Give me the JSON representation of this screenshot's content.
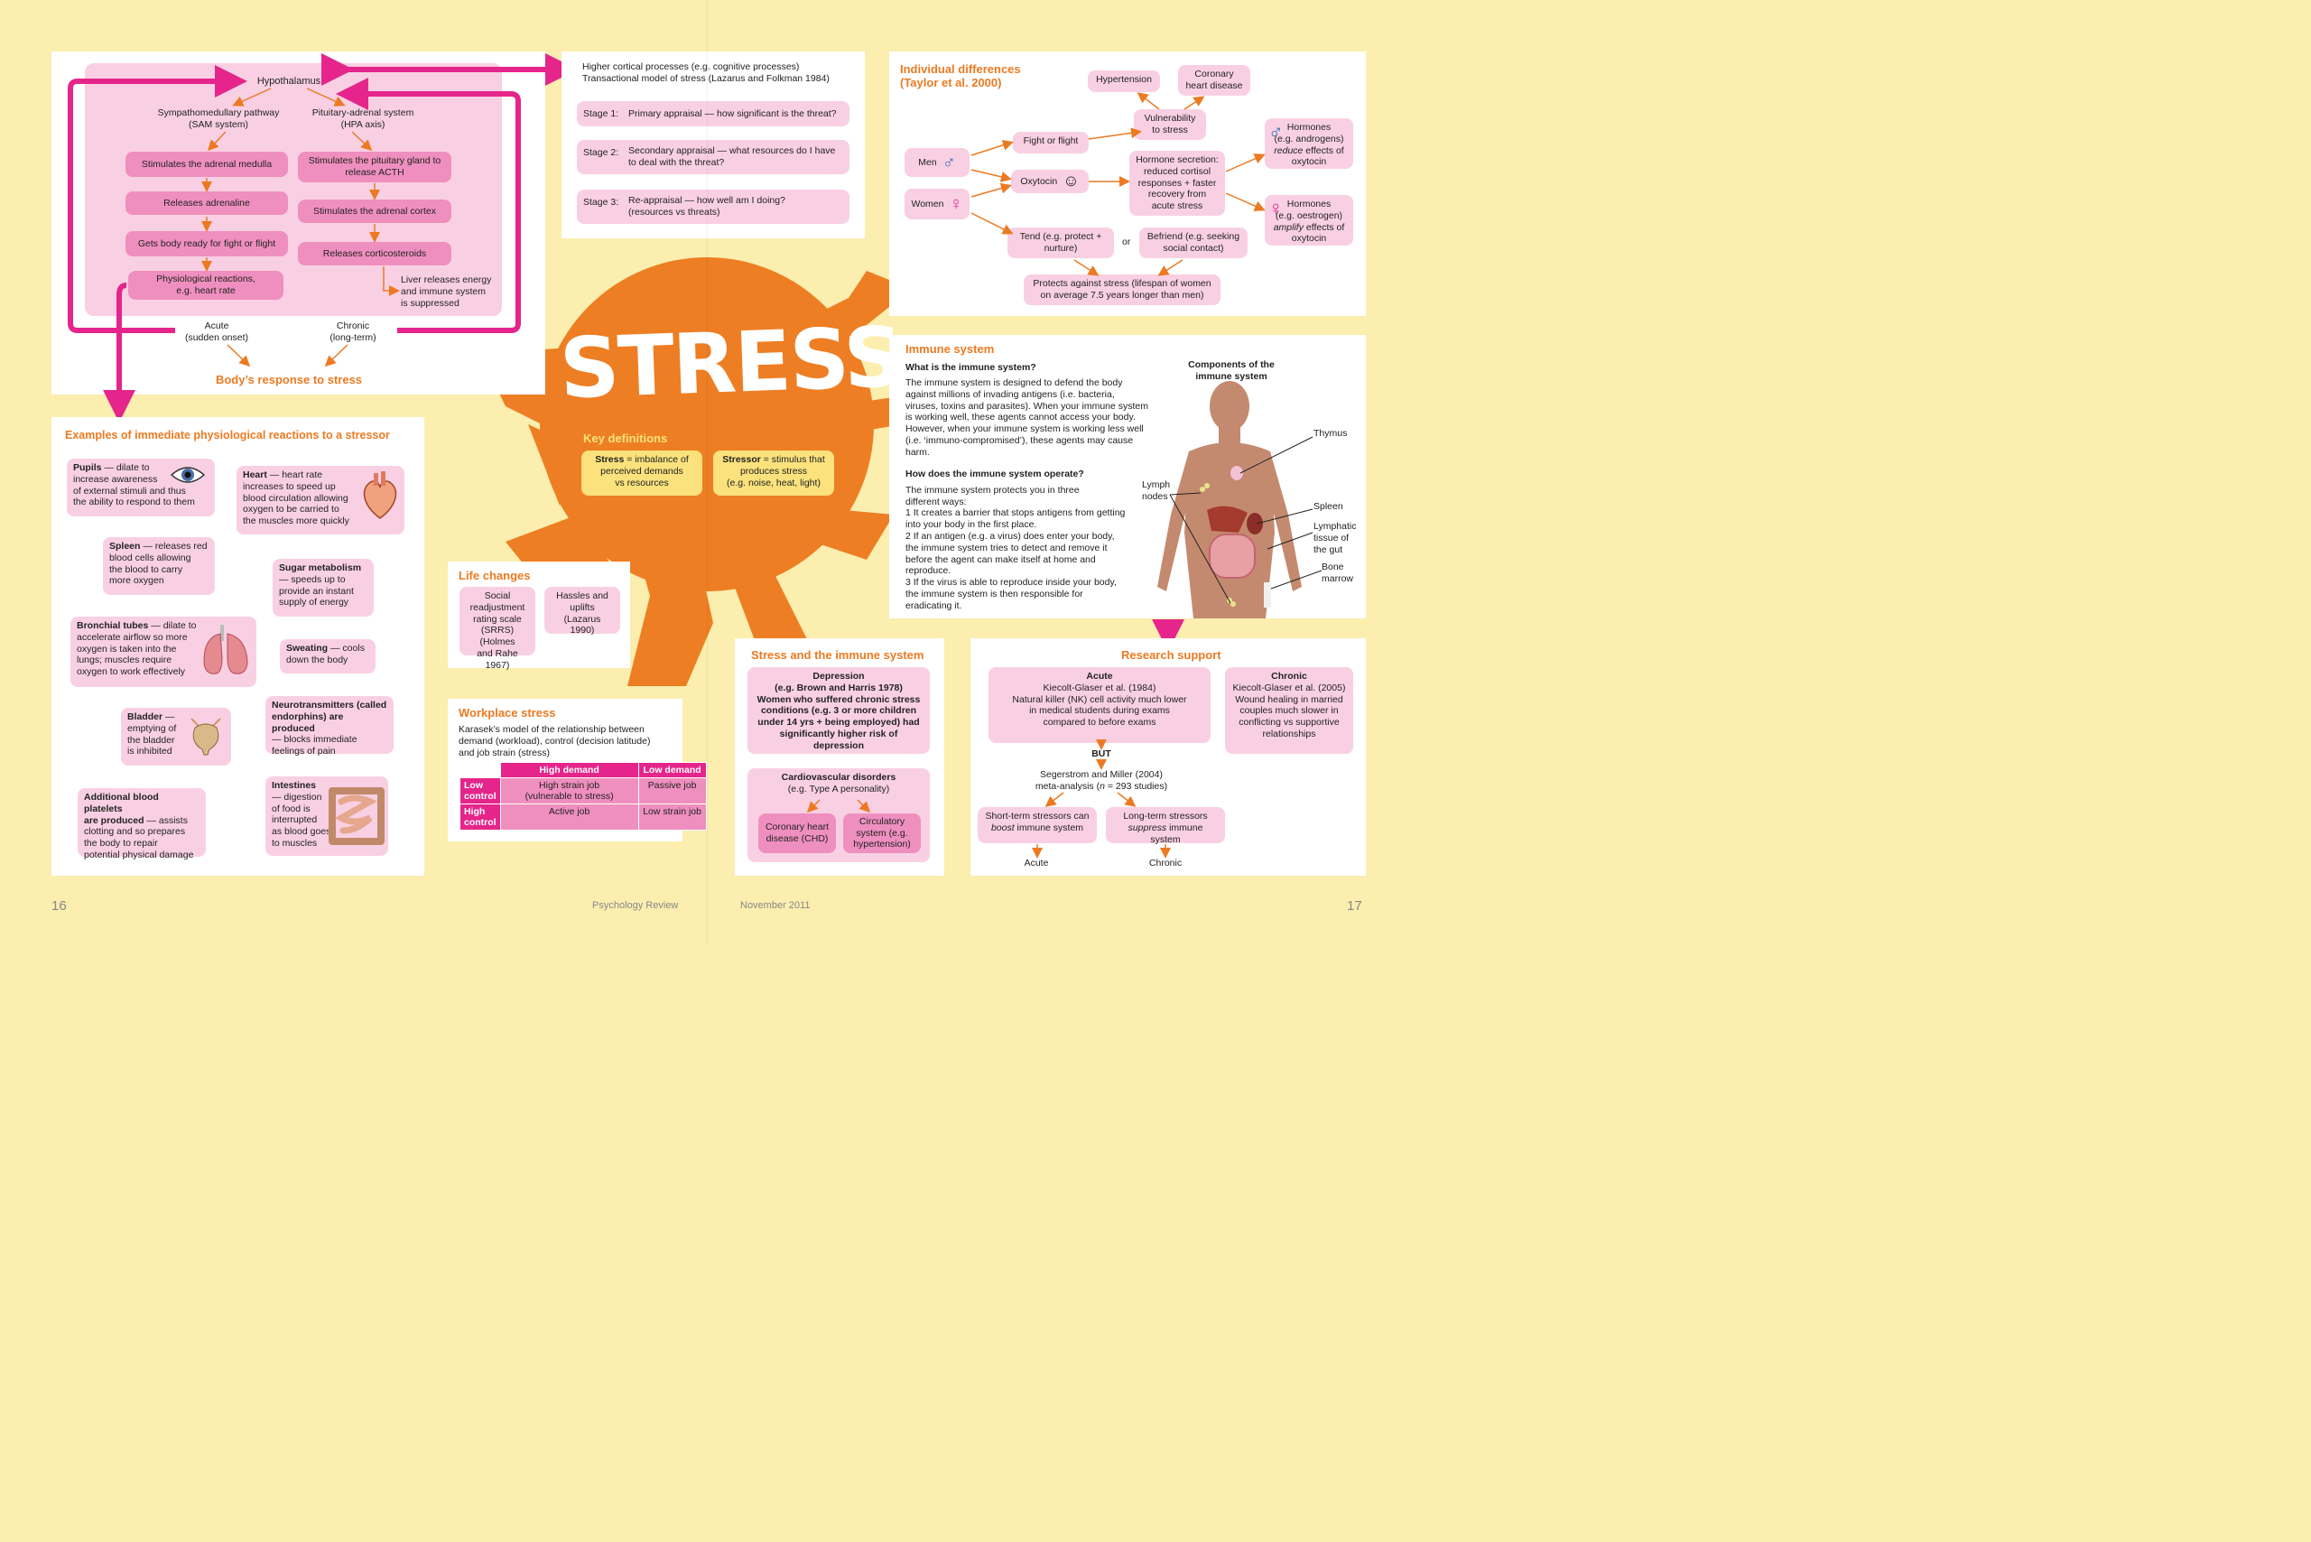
{
  "hpa": {
    "hypothalamus": "Hypothalamus",
    "sam": "Sympathomedullary pathway\n(SAM system)",
    "pituitary": "Pituitary-adrenal system\n(HPA axis)",
    "sam_steps": [
      "Stimulates the adrenal medulla",
      "Releases adrenaline",
      "Gets body ready for fight or flight",
      "Physiological reactions,\ne.g. heart rate"
    ],
    "hpa_steps": [
      "Stimulates the pituitary gland to release ACTH",
      "Stimulates the adrenal cortex",
      "Releases corticosteroids"
    ],
    "liver": "Liver releases energy\nand immune system\nis suppressed",
    "acute": "Acute\n(sudden onset)",
    "chronic": "Chronic\n(long-term)",
    "title": "Body’s response to stress"
  },
  "cortical": {
    "intro": "Higher cortical processes (e.g. cognitive processes)\nTransactional model of stress (Lazarus and Folkman 1984)",
    "stages": [
      {
        "label": "Stage 1:",
        "text": "Primary appraisal — how significant is the threat?"
      },
      {
        "label": "Stage 2:",
        "text": "Secondary appraisal — what resources do I have\nto deal with the threat?"
      },
      {
        "label": "Stage 3:",
        "text": "Re-appraisal — how well am I doing?\n(resources vs threats)"
      }
    ]
  },
  "individual": {
    "title": "Individual differences\n(Taylor et al. 2000)",
    "hypertension": "Hypertension",
    "coronary": "Coronary\nheart disease",
    "vulnerability": "Vulnerability\nto stress",
    "fight": "Fight or flight",
    "men": "Men",
    "women": "Women",
    "oxytocin": "Oxytocin",
    "hormone_secretion": "Hormone secretion:\nreduced cortisol\nresponses + faster\nrecovery from\nacute stress",
    "hormones_men_1": "Hormones\n(e.g. androgens)",
    "hormones_men_2": "reduce",
    "hormones_men_3": " effects of\noxytocin",
    "hormones_women_1": "Hormones\n(e.g. oestrogen)",
    "hormones_women_2": "amplify",
    "hormones_women_3": " effects of\noxytocin",
    "tend": "Tend (e.g. protect +\nnurture)",
    "or": "or",
    "befriend": "Befriend (e.g. seeking\nsocial contact)",
    "protects": "Protects against stress (lifespan of women\non average 7.5 years longer than men)"
  },
  "center": {
    "title": "STRESS",
    "kd_title": "Key definitions",
    "def1_term": "Stress",
    "def1_rest": " = imbalance of\nperceived demands\nvs resources",
    "def2_term": "Stressor",
    "def2_rest": " = stimulus that\nproduces stress\n(e.g. noise, heat, light)"
  },
  "immune": {
    "title": "Immune system",
    "q1": "What is the immune system?",
    "p1": "The immune system is designed to defend the body against millions of invading antigens (i.e. bacteria, viruses, toxins and parasites). When your immune system is working well, these agents cannot access your body. However, when your immune system is working less well (i.e. ‘immuno-compromised’), these agents may cause harm.",
    "q2": "How does the immune system operate?",
    "p2": "The immune system protects you in three different ways:",
    "w1": "1  It creates a barrier that stops antigens from getting into your body in the first place.",
    "w2": "2  If an antigen (e.g. a virus) does enter your body, the immune system tries to detect and remove it before the agent can make itself at home and reproduce.",
    "w3": "3  If the virus is able to reproduce inside your body, the immune system is then responsible for eradicating it.",
    "components": "Components of the\nimmune system",
    "thymus": "Thymus",
    "lymph": "Lymph\nnodes",
    "spleen": "Spleen",
    "lymphatic": "Lymphatic\ntissue of\nthe gut",
    "marrow": "Bone\nmarrow"
  },
  "examples": {
    "title": "Examples of immediate physiological reactions to a stressor",
    "pupils_b": "Pupils",
    "pupils": " — dilate to\nincrease awareness\nof external stimuli and thus\nthe ability to respond to them",
    "heart_b": "Heart",
    "heart": " — heart rate\nincreases to speed up\nblood circulation allowing\noxygen to be carried to\nthe muscles more quickly",
    "spleen_b": "Spleen",
    "spleen": " — releases red\nblood cells allowing\nthe blood to carry\nmore oxygen",
    "sugar_b": "Sugar metabolism",
    "sugar": "\n— speeds up to\nprovide an instant\nsupply of energy",
    "bronchial_b": "Bronchial tubes",
    "bronchial": " — dilate to\naccelerate airflow so more\noxygen is taken into the\nlungs; muscles require\noxygen to work effectively",
    "sweating_b": "Sweating",
    "sweating": " — cools\ndown the body",
    "bladder_b": "Bladder",
    "bladder": " —\nemptying of\nthe bladder\nis inhibited",
    "neuro_b": "Neurotransmitters (called\nendorphins) are produced",
    "neuro": "\n— blocks immediate\nfeelings of pain",
    "platelets_b": "Additional blood platelets\nare produced",
    "platelets": " — assists\nclotting and so prepares\nthe body to repair\npotential physical damage",
    "intestines_b": "Intestines",
    "intestines": "\n— digestion\nof food is\ninterrupted\nas blood goes\nto muscles"
  },
  "life": {
    "title": "Life changes",
    "srrs": "Social\nreadjustment\nrating scale\n(SRRS) (Holmes\nand Rahe 1967)",
    "hassles": "Hassles and\nuplifts (Lazarus\n1990)"
  },
  "workplace": {
    "title": "Workplace stress",
    "desc": "Karasek’s model of the relationship between\ndemand (workload), control (decision latitude)\nand job strain (stress)",
    "col_high": "High demand",
    "col_low": "Low demand",
    "row_low": "Low\ncontrol",
    "row_high": "High\ncontrol",
    "c11": "High strain job\n(vulnerable to stress)",
    "c12": "Passive job",
    "c21": "Active job",
    "c22": "Low strain job"
  },
  "stress_immune": {
    "title": "Stress and the immune system",
    "dep_title": "Depression",
    "dep_text": "(e.g. Brown and Harris 1978)\nWomen who suffered chronic stress\nconditions (e.g. 3 or more children\nunder 14 yrs + being employed) had\nsignificantly higher risk of depression",
    "cardio_title": "Cardiovascular disorders",
    "cardio_sub": "(e.g. Type A personality)",
    "chd": "Coronary heart\ndisease (CHD)",
    "circ": "Circulatory\nsystem (e.g.\nhypertension)"
  },
  "research": {
    "title": "Research support",
    "acute_title": "Acute",
    "acute_text": "Kiecolt-Glaser et al. (1984)\nNatural killer (NK) cell activity much lower\nin medical students during exams\ncompared to before exams",
    "chronic_title": "Chronic",
    "chronic_text": "Kiecolt-Glaser et al. (2005)\nWound healing in married\ncouples much slower in\nconflicting vs supportive\nrelationships",
    "but": "BUT",
    "meta1": "Segerstrom and Miller (2004)",
    "meta2": "meta-analysis (",
    "meta_n": "n",
    "meta3": " = 293 studies)",
    "short_1": "Short-term stressors can",
    "short_2": "boost",
    "short_3": " immune system",
    "long_1": "Long-term stressors",
    "long_2": "suppress",
    "long_3": " immune system",
    "out_acute": "Acute",
    "out_chronic": "Chronic"
  },
  "footer": {
    "page_left": "16",
    "mag": "Psychology Review",
    "date": "November 2011",
    "page_right": "17"
  }
}
